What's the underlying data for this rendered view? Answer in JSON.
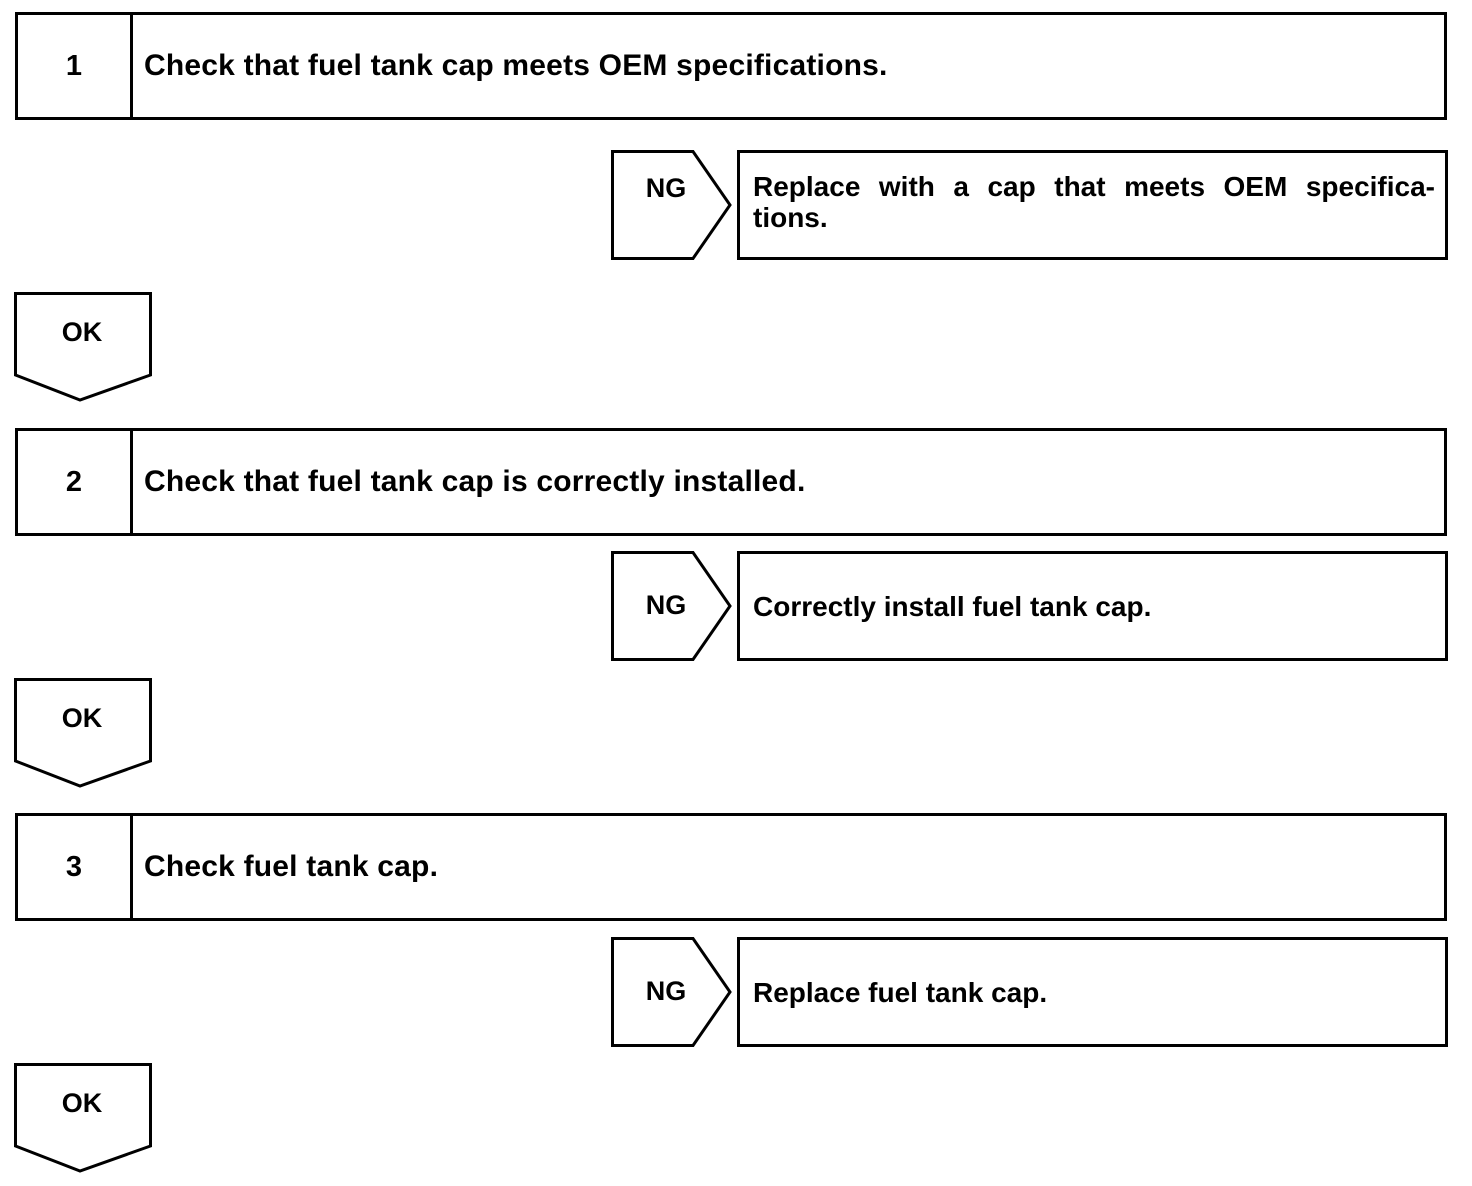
{
  "steps": [
    {
      "number": "1",
      "text": "Check that fuel tank cap meets OEM specifications.",
      "ng_label": "NG",
      "ng_action": "Replace with a cap that meets OEM specifica-tions.",
      "ok_label": "OK"
    },
    {
      "number": "2",
      "text": "Check that fuel tank cap is correctly installed.",
      "ng_label": "NG",
      "ng_action": "Correctly install fuel tank cap.",
      "ok_label": "OK"
    },
    {
      "number": "3",
      "text": "Check fuel tank cap.",
      "ng_label": "NG",
      "ng_action": "Replace fuel tank cap.",
      "ok_label": "OK"
    }
  ]
}
